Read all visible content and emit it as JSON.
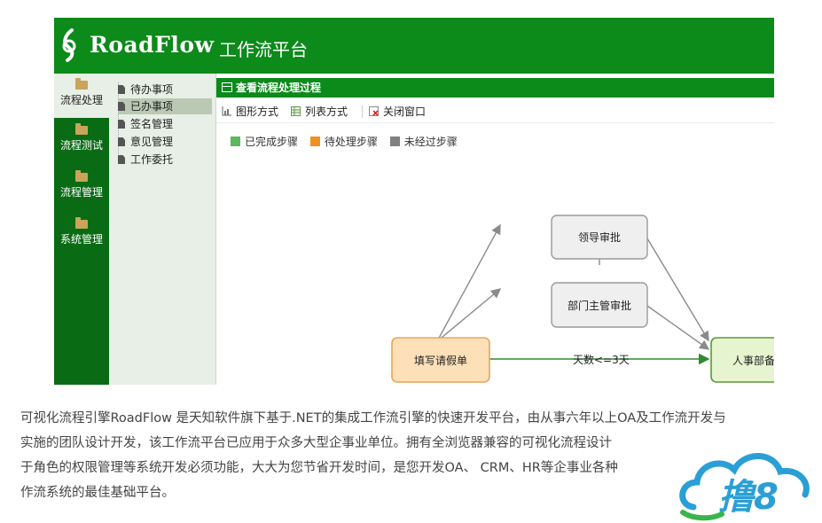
{
  "app": {
    "logo_text": "RoadFlow",
    "logo_subtitle": "工作流平台"
  },
  "left_nav": [
    {
      "label": "流程处理",
      "icon": "folder-icon",
      "active": true
    },
    {
      "label": "流程测试",
      "icon": "folder-icon"
    },
    {
      "label": "流程管理",
      "icon": "folder-icon"
    },
    {
      "label": "系统管理",
      "icon": "folder-icon"
    }
  ],
  "tree": [
    {
      "label": "待办事项"
    },
    {
      "label": "已办事项",
      "selected": true
    },
    {
      "label": "签名管理"
    },
    {
      "label": "意见管理"
    },
    {
      "label": "工作委托"
    }
  ],
  "panel": {
    "title": "查看流程处理过程",
    "toolbar": {
      "graph_mode": "图形方式",
      "list_mode": "列表方式",
      "close_window": "关闭窗口"
    },
    "legend": [
      {
        "label": "已完成步骤",
        "color": "#5cb85c"
      },
      {
        "label": "待处理步骤",
        "color": "#f0921e"
      },
      {
        "label": "未经过步骤",
        "color": "#808080"
      }
    ]
  },
  "flow": {
    "nodes": {
      "start": "填写请假单",
      "leader": "领导审批",
      "dept": "部门主管审批",
      "hr": "人事部备案"
    },
    "edge_label": "天数<=3天",
    "colors": {
      "done_fill": "#fde0b8",
      "done_stroke": "#e6a55a",
      "hr_fill": "#e6f5d0",
      "hr_stroke": "#5a9a3a",
      "grey_fill": "#efefef",
      "grey_stroke": "#9a9a9a",
      "green_edge": "#2e8b2e"
    }
  },
  "description": [
    "可视化流程引擎RoadFlow 是天知软件旗下基于.NET的集成工作流引擎的快速开发平台，由从事六年以上OA及工作流开发与",
    "实施的团队设计开发，该工作流平台已应用于众多大型企事业单位。拥有全浏览器兼容的可视化流程设计",
    "于角色的权限管理等系统开发必须功能，大大为您节省开发时间，是您开发OA、 CRM、HR等企事业各种",
    "作流系统的最佳基础平台。"
  ],
  "watermark": {
    "text": "撸8"
  },
  "brand_colors": {
    "green": "#0c8a1a",
    "dark_green": "#0a6b15",
    "watermark_blue": "#2a9fd6"
  }
}
